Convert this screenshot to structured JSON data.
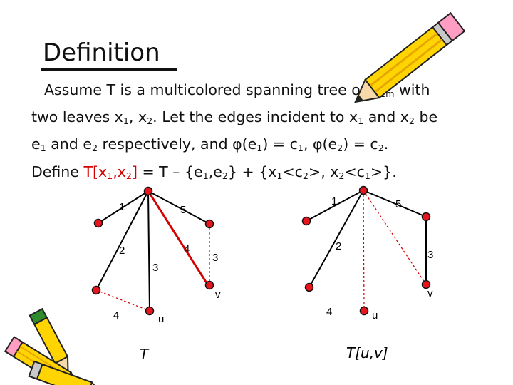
{
  "title": "Definition",
  "para": {
    "l1_a": "Assume T is a multicolored spanning tree of K",
    "l1_b": "2m",
    "l1_c": " with",
    "l2_a": "two leaves x",
    "l2_b": "1",
    "l2_c": ", x",
    "l2_d": "2",
    "l2_e": ". Let the edges incident to x",
    "l2_f": "1",
    "l2_g": " and x",
    "l2_h": "2",
    "l2_i": " be",
    "l3_a": "e",
    "l3_b": "1",
    "l3_c": " and e",
    "l3_d": "2",
    "l3_e": " respectively, and φ(e",
    "l3_f": "1",
    "l3_g": ") = c",
    "l3_h": "1",
    "l3_i": ", φ(e",
    "l3_j": "2",
    "l3_k": ") = c",
    "l3_l": "2",
    "l3_m": ".",
    "l4_a": "Define ",
    "l4_b": "T[x",
    "l4_c": "1",
    "l4_d": ",x",
    "l4_e": "2",
    "l4_f": "]",
    "l4_g": " = T – {e",
    "l4_h": "1",
    "l4_i": ",e",
    "l4_j": "2",
    "l4_k": "} + {x",
    "l4_l": "1",
    "l4_m": "<c",
    "l4_n": "2",
    "l4_o": ">, x",
    "l4_p": "2",
    "l4_q": "<c",
    "l4_r": "1",
    "l4_s": ">}."
  },
  "left_tree": {
    "caption": "T",
    "edge_labels": [
      "1",
      "5",
      "2",
      "4",
      "3",
      "3"
    ],
    "vertex_labels": [
      "v",
      "4",
      "u"
    ]
  },
  "right_tree": {
    "caption": "T[u,v]",
    "edge_labels": [
      "1",
      "5",
      "2",
      "3"
    ],
    "vertex_labels": [
      "v",
      "4",
      "u"
    ]
  },
  "colors": {
    "vertex": "#e8141e",
    "highlight": "#d40000",
    "edge": "#000000"
  },
  "decorations": {
    "top_right": "pencil-icon",
    "bottom_left": "pencils-icon"
  }
}
